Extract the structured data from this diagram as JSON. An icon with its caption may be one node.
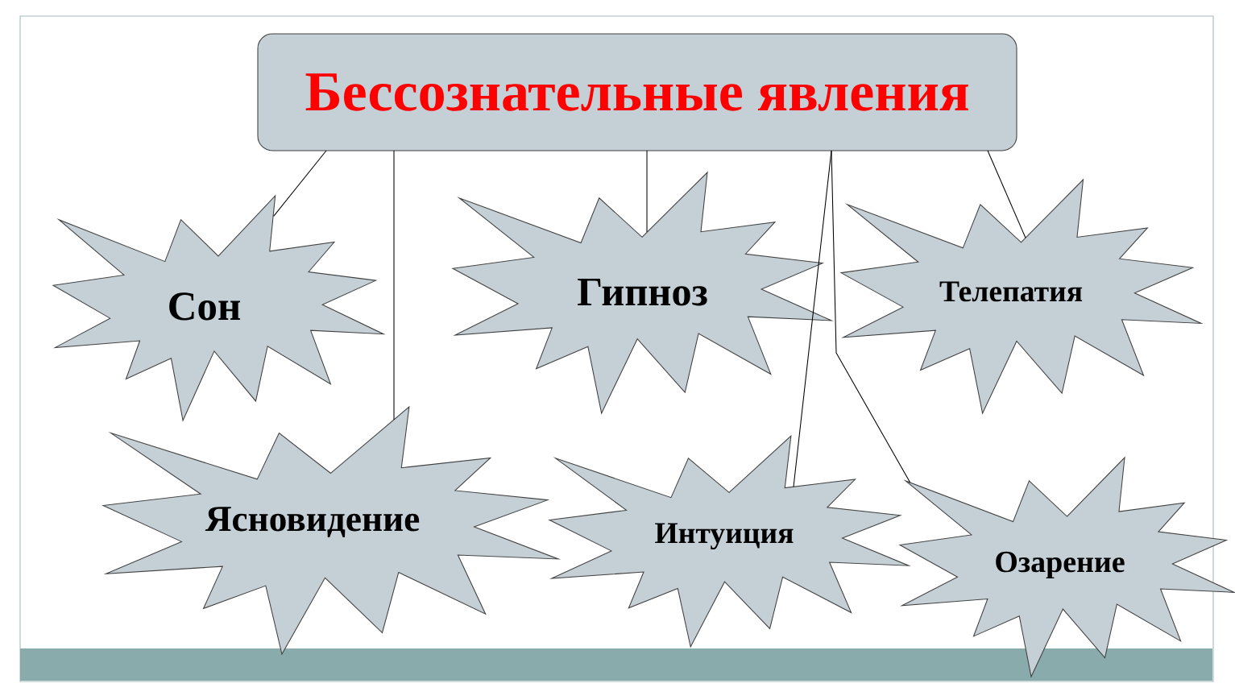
{
  "diagram": {
    "nodes": [
      {
        "text": [
          "Бессознательные явления"
        ]
      },
      {
        "text": [
          "Сон"
        ]
      },
      {
        "text": [
          "Гипноз"
        ]
      },
      {
        "text": [
          "Телепатия"
        ]
      },
      {
        "text": [
          "Ясновидение"
        ]
      },
      {
        "text": [
          "Интуиция"
        ]
      },
      {
        "text": [
          "Озарение"
        ]
      }
    ],
    "edges": [
      {
        "from": 0,
        "to": 1,
        "arrow": "none"
      },
      {
        "from": 0,
        "to": 4,
        "arrow": "none"
      },
      {
        "from": 0,
        "to": 2,
        "arrow": "none"
      },
      {
        "from": 0,
        "to": 5,
        "arrow": "none"
      },
      {
        "from": 0,
        "to": 6,
        "arrow": "none"
      },
      {
        "from": 0,
        "to": 3,
        "arrow": "none"
      }
    ]
  }
}
